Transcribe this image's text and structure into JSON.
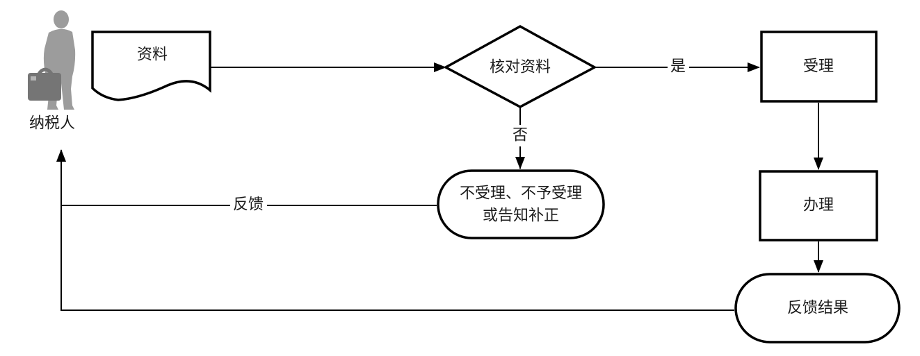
{
  "diagram_type": "flowchart",
  "colors": {
    "background": "#ffffff",
    "shape_fill": "#ffffff",
    "shape_border": "#000000",
    "connector": "#000000",
    "text": "#1c1c1c",
    "person_silhouette": "#9c9c9c",
    "briefcase": "#757575"
  },
  "icons": {
    "taxpayer": "person-with-briefcase-icon"
  },
  "nodes": {
    "taxpayer": {
      "label": "纳税人",
      "shape": "person-icon"
    },
    "document": {
      "label": "资料",
      "shape": "document"
    },
    "decision": {
      "label": "核对资料",
      "shape": "diamond"
    },
    "accept": {
      "label": "受理",
      "shape": "rectangle"
    },
    "reject": {
      "line1": "不受理、不予受理",
      "line2": "或告知补正",
      "shape": "terminator"
    },
    "process": {
      "label": "办理",
      "shape": "rectangle"
    },
    "result": {
      "label": "反馈结果",
      "shape": "terminator"
    }
  },
  "edge_labels": {
    "yes": "是",
    "no": "否",
    "feedback": "反馈"
  }
}
